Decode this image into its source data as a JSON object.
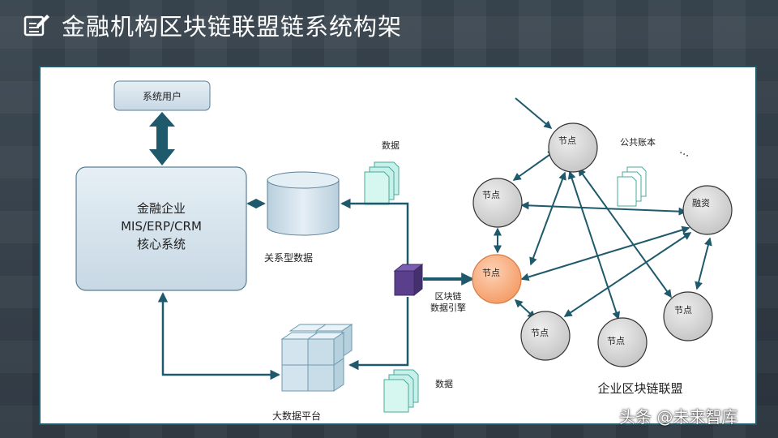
{
  "header": {
    "title": "金融机构区块链联盟链系统构架"
  },
  "left": {
    "user_box": "系统用户",
    "core_line1": "金融企业",
    "core_line2": "MIS/ERP/CRM",
    "core_line3": "核心系统",
    "relational_db_label": "关系型数据",
    "bigdata_label": "大数据平台",
    "data_label_top": "数据",
    "data_label_bottom": "数据",
    "engine_line1": "区块链",
    "engine_line2": "数据引擎"
  },
  "network": {
    "nodes": [
      {
        "id": "top",
        "label": "节点"
      },
      {
        "id": "left",
        "label": "节点"
      },
      {
        "id": "center",
        "label": "节点"
      },
      {
        "id": "bottom-left",
        "label": "节点"
      },
      {
        "id": "bottom-mid",
        "label": "节点"
      },
      {
        "id": "right-lower",
        "label": "节点"
      },
      {
        "id": "finance",
        "label": "融资"
      }
    ],
    "ledger_label": "公共账本",
    "ellipsis": "…",
    "caption": "企业区块链联盟"
  },
  "watermark": "头条 @未来智库",
  "colors": {
    "accent": "#1e5a6b",
    "node_fill": "#d4d4d4",
    "center_node_fill": "#f7a87a",
    "box_fill": "#d9e6ef",
    "doc_fill": "#c8f0ea",
    "engine_fill": "#5a3f8c"
  }
}
